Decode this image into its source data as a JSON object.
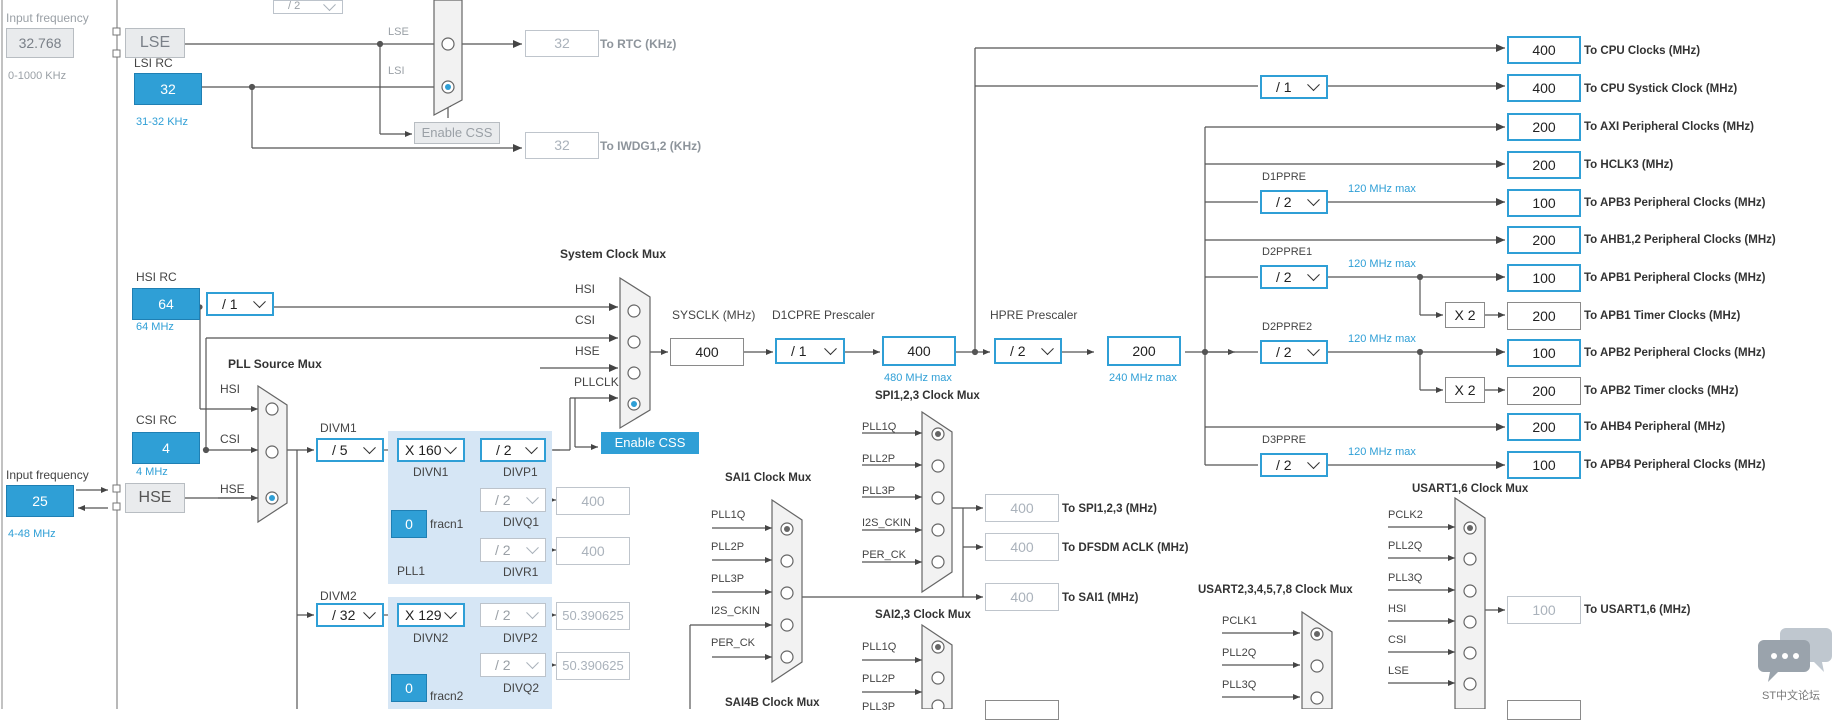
{
  "lse_input": {
    "label": "Input frequency",
    "value": "32.768",
    "range": "0-1000 KHz"
  },
  "lse_box": "LSE",
  "lsi_rc": {
    "label": "LSI RC",
    "value": "32",
    "range": "31-32 KHz"
  },
  "rtc": {
    "mux_lse": "LSE",
    "mux_lsi": "LSI",
    "value": "32",
    "label": "To RTC (KHz)",
    "enable_css": "Enable CSS",
    "top_sel": "/ 2"
  },
  "iwdg": {
    "value": "32",
    "label": "To IWDG1,2 (KHz)"
  },
  "hsi_rc": {
    "label": "HSI RC",
    "value": "64",
    "freq": "64 MHz",
    "div": "/ 1"
  },
  "csi_rc": {
    "label": "CSI RC",
    "value": "4",
    "freq": "4 MHz"
  },
  "hse_input": {
    "label": "Input frequency",
    "value": "25",
    "range": "4-48 MHz",
    "box": "HSE"
  },
  "pll_source_mux": {
    "title": "PLL Source Mux",
    "in1": "HSI",
    "in2": "CSI",
    "in3": "HSE"
  },
  "system_clock_mux": {
    "title": "System Clock Mux",
    "in1": "HSI",
    "in2": "CSI",
    "in3": "HSE",
    "in4": "PLLCLK",
    "enable_css": "Enable CSS"
  },
  "sysclk": {
    "label": "SYSCLK (MHz)",
    "value": "400"
  },
  "d1cpre": {
    "label": "D1CPRE Prescaler",
    "sel": "/ 1",
    "value": "400",
    "max": "480 MHz max"
  },
  "hpre": {
    "label": "HPRE Prescaler",
    "sel": "/ 2",
    "value": "200",
    "max": "240 MHz max"
  },
  "pll1": {
    "divm_label": "DIVM1",
    "divm": "/ 5",
    "divn": "X 160",
    "divn_label": "DIVN1",
    "divp": "/ 2",
    "divp_label": "DIVP1",
    "divq": "/ 2",
    "divq_label": "DIVQ1",
    "divq_val": "400",
    "divr": "/ 2",
    "divr_label": "DIVR1",
    "divr_val": "400",
    "fracn": "0",
    "fracn_label": "fracn1",
    "name": "PLL1"
  },
  "pll2": {
    "divm_label": "DIVM2",
    "divm": "/ 32",
    "divn": "X 129",
    "divn_label": "DIVN2",
    "divp": "/ 2",
    "divp_label": "DIVP2",
    "divp_val": "50.390625",
    "divq": "/ 2",
    "divq_label": "DIVQ2",
    "divq_val": "50.390625",
    "fracn": "0",
    "fracn_label": "fracn2"
  },
  "outputs": [
    {
      "value": "400",
      "label": "To CPU Clocks (MHz)"
    },
    {
      "value": "400",
      "label": "To CPU Systick Clock (MHz)",
      "sel": "/ 1"
    },
    {
      "value": "200",
      "label": "To AXI Peripheral Clocks (MHz)"
    },
    {
      "value": "200",
      "label": "To HCLK3 (MHz)"
    },
    {
      "value": "100",
      "label": "To APB3 Peripheral Clocks (MHz)",
      "pre_label": "D1PPRE",
      "sel": "/ 2",
      "max": "120 MHz max"
    },
    {
      "value": "200",
      "label": "To AHB1,2 Peripheral Clocks (MHz)"
    },
    {
      "value": "100",
      "label": "To APB1 Peripheral Clocks (MHz)",
      "pre_label": "D2PPRE1",
      "sel": "/ 2",
      "max": "120 MHz max"
    },
    {
      "value": "200",
      "label": "To APB1 Timer Clocks (MHz)",
      "mult": "X 2"
    },
    {
      "value": "100",
      "label": "To APB2 Peripheral Clocks (MHz)",
      "pre_label": "D2PPRE2",
      "sel": "/ 2",
      "max": "120 MHz max"
    },
    {
      "value": "200",
      "label": "To APB2 Timer clocks (MHz)",
      "mult": "X 2"
    },
    {
      "value": "200",
      "label": "To AHB4 Peripheral (MHz)"
    },
    {
      "value": "100",
      "label": "To APB4 Peripheral Clocks (MHz)",
      "pre_label": "D3PPRE",
      "sel": "/ 2",
      "max": "120 MHz max"
    }
  ],
  "spi123_mux": {
    "title": "SPI1,2,3 Clock Mux",
    "inputs": [
      "PLL1Q",
      "PLL2P",
      "PLL3P",
      "I2S_CKIN",
      "PER_CK"
    ]
  },
  "sai1_mux": {
    "title": "SAI1 Clock Mux",
    "inputs": [
      "PLL1Q",
      "PLL2P",
      "PLL3P",
      "I2S_CKIN",
      "PER_CK"
    ]
  },
  "sai23_mux": {
    "title": "SAI2,3 Clock Mux",
    "inputs": [
      "PLL1Q",
      "PLL2P",
      "PLL3P"
    ]
  },
  "sai4b_mux": {
    "title": "SAI4B Clock Mux"
  },
  "spi_out": {
    "value": "400",
    "label": "To SPI1,2,3 (MHz)"
  },
  "dfsdm_out": {
    "value": "400",
    "label": "To DFSDM ACLK (MHz)"
  },
  "sai1_out": {
    "value": "400",
    "label": "To SAI1 (MHz)"
  },
  "usart16_mux": {
    "title": "USART1,6 Clock Mux",
    "inputs": [
      "PCLK2",
      "PLL2Q",
      "PLL3Q",
      "HSI",
      "CSI",
      "LSE"
    ]
  },
  "usart16_out": {
    "value": "100",
    "label": "To USART1,6 (MHz)"
  },
  "usart2_mux": {
    "title": "USART2,3,4,5,7,8 Clock Mux",
    "inputs": [
      "PCLK1",
      "PLL2Q",
      "PLL3Q"
    ]
  },
  "watermark": "ST中文论坛",
  "colors": {
    "accent": "#2f9fd6",
    "panel": "#d6e6f5",
    "line": "#555555"
  }
}
